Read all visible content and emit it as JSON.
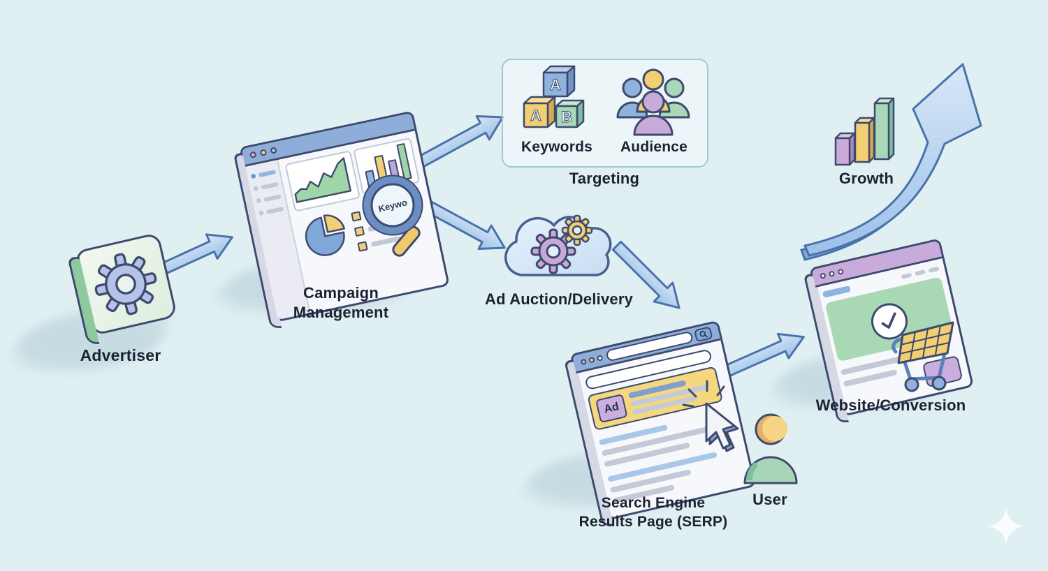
{
  "colors": {
    "background": "#e0eff2",
    "outline": "#3d4a6e",
    "text": "#1b2230",
    "arrow_fill_light": "#d8e8f7",
    "arrow_fill_dark": "#9cc0e8",
    "arrow_stroke": "#4a72aa",
    "blue": "#7fa8d8",
    "green": "#a9d8b4",
    "yellow": "#f2cf72",
    "purple": "#c9abdb",
    "window_bar_blue": "#8fadd9",
    "window_bar_purple": "#c9abdb"
  },
  "nodes": {
    "advertiser": {
      "label": "Advertiser"
    },
    "campaign_management": {
      "label": "Campaign Management",
      "magnifier_text": "Keywo"
    },
    "targeting": {
      "caption": "Targeting",
      "keywords": {
        "label": "Keywords",
        "block_letters": [
          "A",
          "A",
          "B"
        ]
      },
      "audience": {
        "label": "Audience"
      }
    },
    "ad_auction": {
      "label": "Ad Auction/Delivery"
    },
    "serp": {
      "label_line1": "Search Engine",
      "label_line2": "Results Page (SERP)",
      "ad_badge": "Ad"
    },
    "user": {
      "label": "User"
    },
    "website_conversion": {
      "label": "Website/Conversion"
    },
    "growth": {
      "label": "Growth"
    }
  }
}
